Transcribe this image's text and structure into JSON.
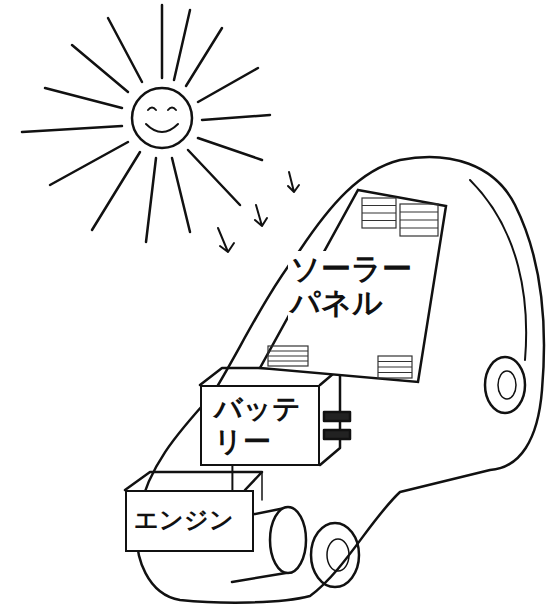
{
  "diagram": {
    "nodes": [
      {
        "text": [
          "ソーラーパネル"
        ]
      },
      {
        "text": [
          "バッテリー"
        ]
      },
      {
        "text": [
          "エンジン"
        ]
      }
    ],
    "edges": [
      {
        "from": 1,
        "to": 2,
        "arrow": "none"
      }
    ]
  }
}
